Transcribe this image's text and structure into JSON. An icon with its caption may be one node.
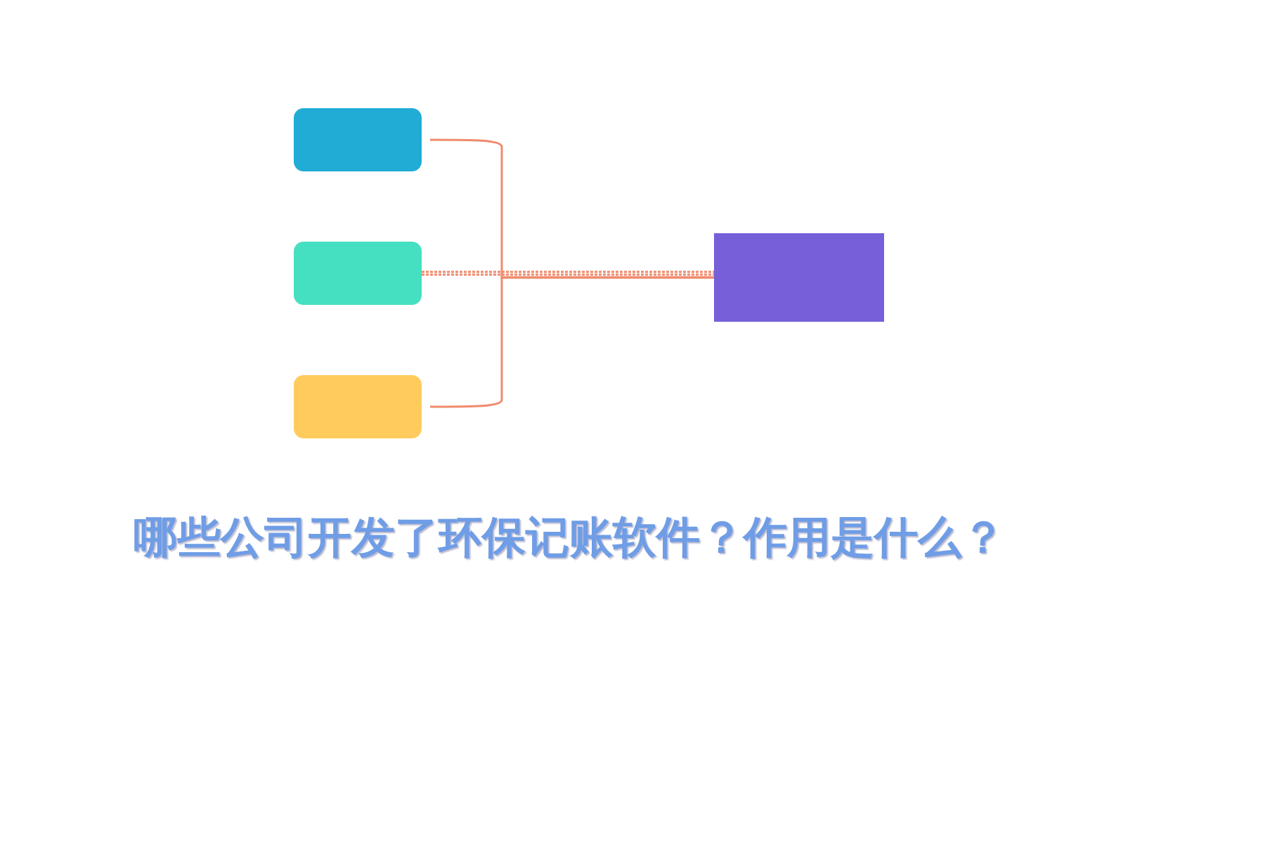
{
  "diagram": {
    "title": "哪些公司开发了环保记账软件？作用是什么？",
    "nodes": [
      {
        "text": [],
        "shape": "box"
      },
      {
        "text": [],
        "shape": "box"
      },
      {
        "text": [],
        "shape": "box"
      },
      {
        "text": [],
        "shape": "box"
      }
    ],
    "edges": [
      {
        "from": 0,
        "to": 3,
        "arrow": "none"
      },
      {
        "from": 1,
        "to": 3,
        "arrow": "none",
        "style": "dashed"
      },
      {
        "from": 2,
        "to": 3,
        "arrow": "none"
      }
    ]
  }
}
